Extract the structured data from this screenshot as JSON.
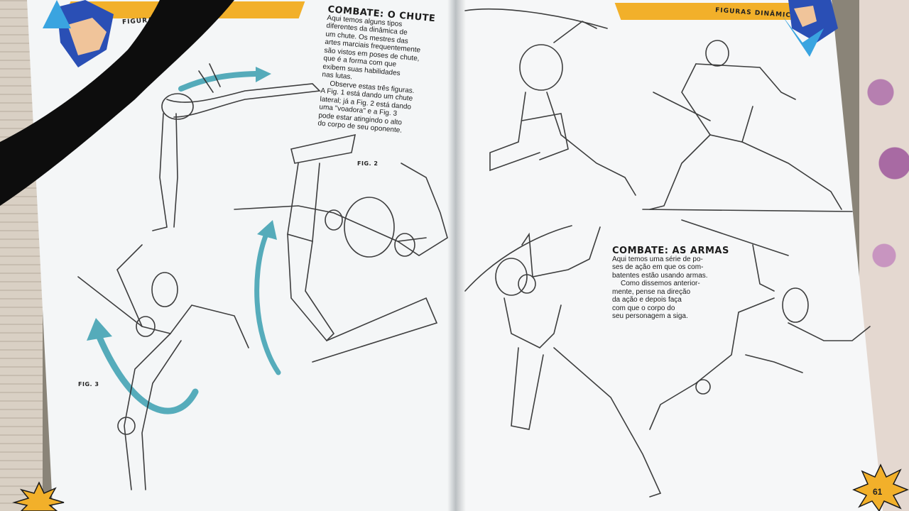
{
  "header": {
    "left_section": "FIGURAS",
    "right_section": "FIGURAS DINÂMICAS"
  },
  "left_page": {
    "title": "COMBATE: O CHUTE",
    "paragraph1_lines": [
      "Aqui temos alguns tipos",
      "diferentes da dinâmica de",
      "um chute. Os mestres das",
      "artes marciais frequentemente",
      "são vistos em poses de chute,",
      "que é a forma com que",
      "exibem suas habilidades",
      "nas lutas."
    ],
    "paragraph2_lines": [
      "Observe estas três figuras.",
      "A Fig. 1 está dando um chute",
      "lateral; já a Fig. 2 está dando",
      "uma \"voadora\" e a Fig. 3",
      "pode estar atingindo o alto",
      "do corpo de seu oponente."
    ],
    "fig2_label": "FIG. 2",
    "fig3_label": "FIG. 3"
  },
  "right_page": {
    "title": "COMBATE: AS ARMAS",
    "paragraph1_lines": [
      "Aqui temos uma série de po-",
      "ses de ação em que os com-",
      "batentes estão usando armas."
    ],
    "paragraph2_lines": [
      "Como dissemos anterior-",
      "mente, pense na direção",
      "da ação e depois faça",
      "com que o corpo do",
      "seu personagem a siga."
    ],
    "page_number": "61"
  },
  "colors": {
    "accent_orange": "#f2b02a",
    "arrow_teal": "#3a9fb0",
    "sketch_ink": "#2a2a2a",
    "paper": "#f4f6f7"
  }
}
